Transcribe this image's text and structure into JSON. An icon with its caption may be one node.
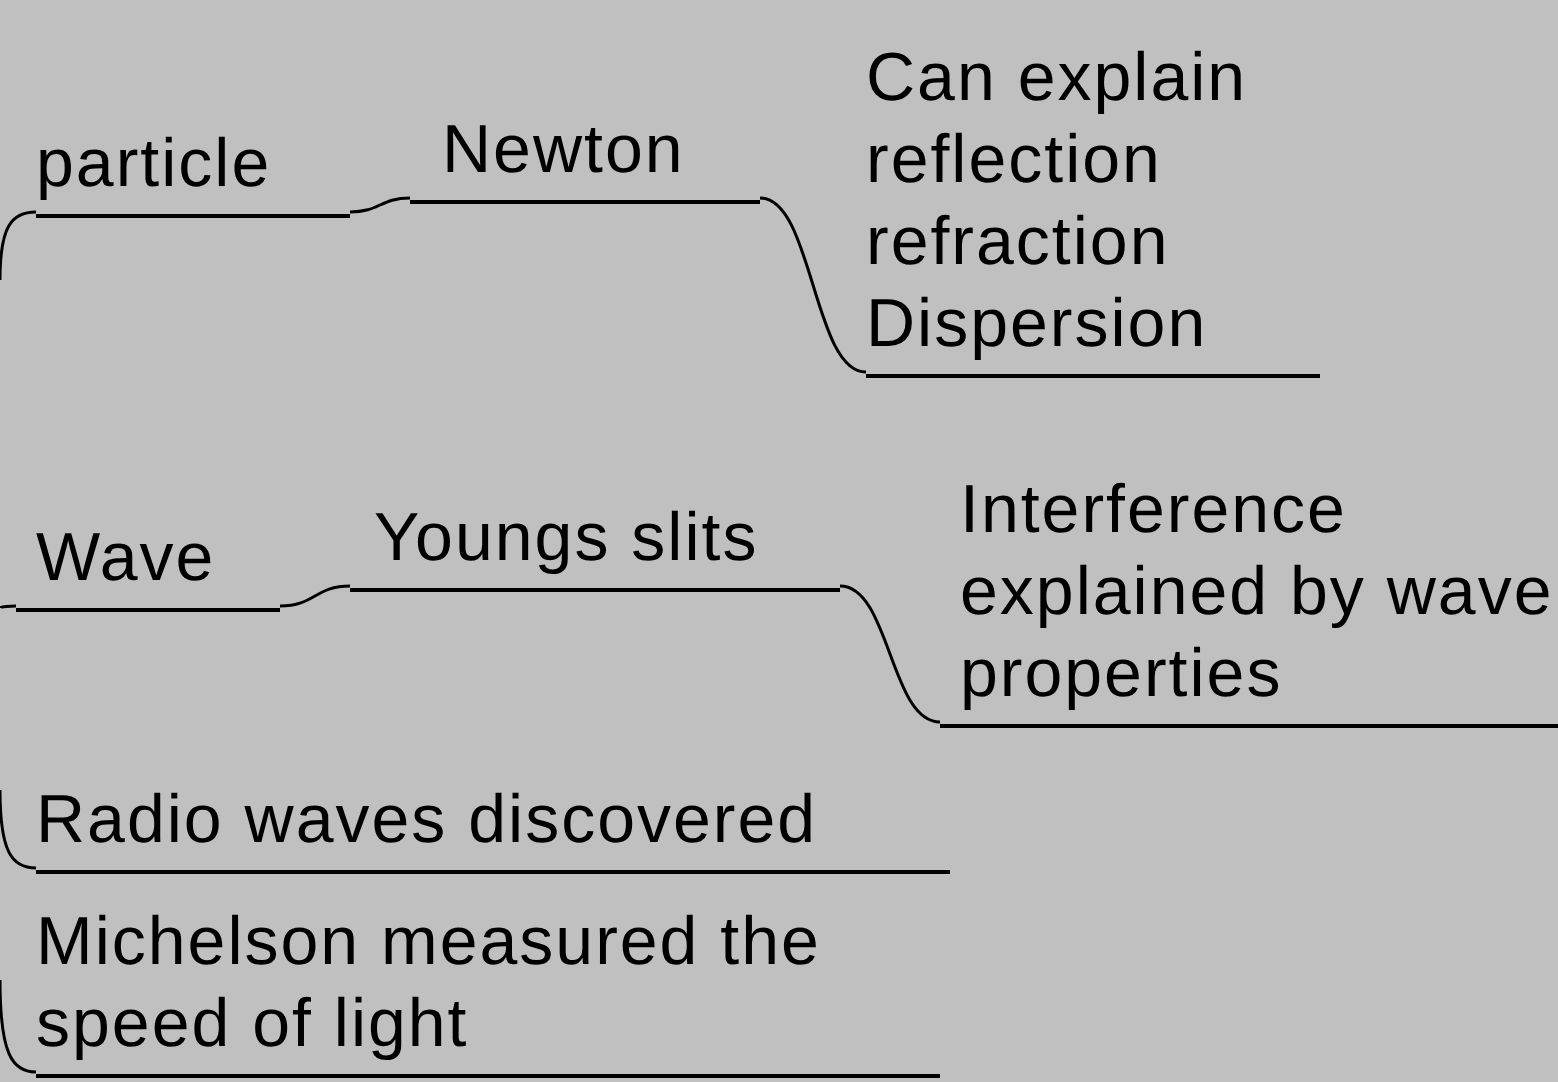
{
  "diagram": {
    "nodes": [
      {
        "text": [
          "particle"
        ]
      },
      {
        "text": [
          "Newton"
        ]
      },
      {
        "text": [
          "Can explain reflection refraction Dispersion"
        ]
      },
      {
        "text": [
          "Wave"
        ]
      },
      {
        "text": [
          "Youngs slits"
        ]
      },
      {
        "text": [
          "Interference explained by wave properties"
        ]
      },
      {
        "text": [
          "Radio waves discovered"
        ]
      },
      {
        "text": [
          "Michelson measured the speed of light"
        ]
      }
    ],
    "edges": [
      {
        "from": null,
        "to": 0,
        "arrow": "none"
      },
      {
        "from": 0,
        "to": 1,
        "arrow": "none"
      },
      {
        "from": 1,
        "to": 2,
        "arrow": "none"
      },
      {
        "from": null,
        "to": 3,
        "arrow": "none"
      },
      {
        "from": 3,
        "to": 4,
        "arrow": "none"
      },
      {
        "from": 4,
        "to": 5,
        "arrow": "none"
      },
      {
        "from": null,
        "to": 6,
        "arrow": "none"
      },
      {
        "from": null,
        "to": 7,
        "arrow": "none"
      }
    ]
  }
}
